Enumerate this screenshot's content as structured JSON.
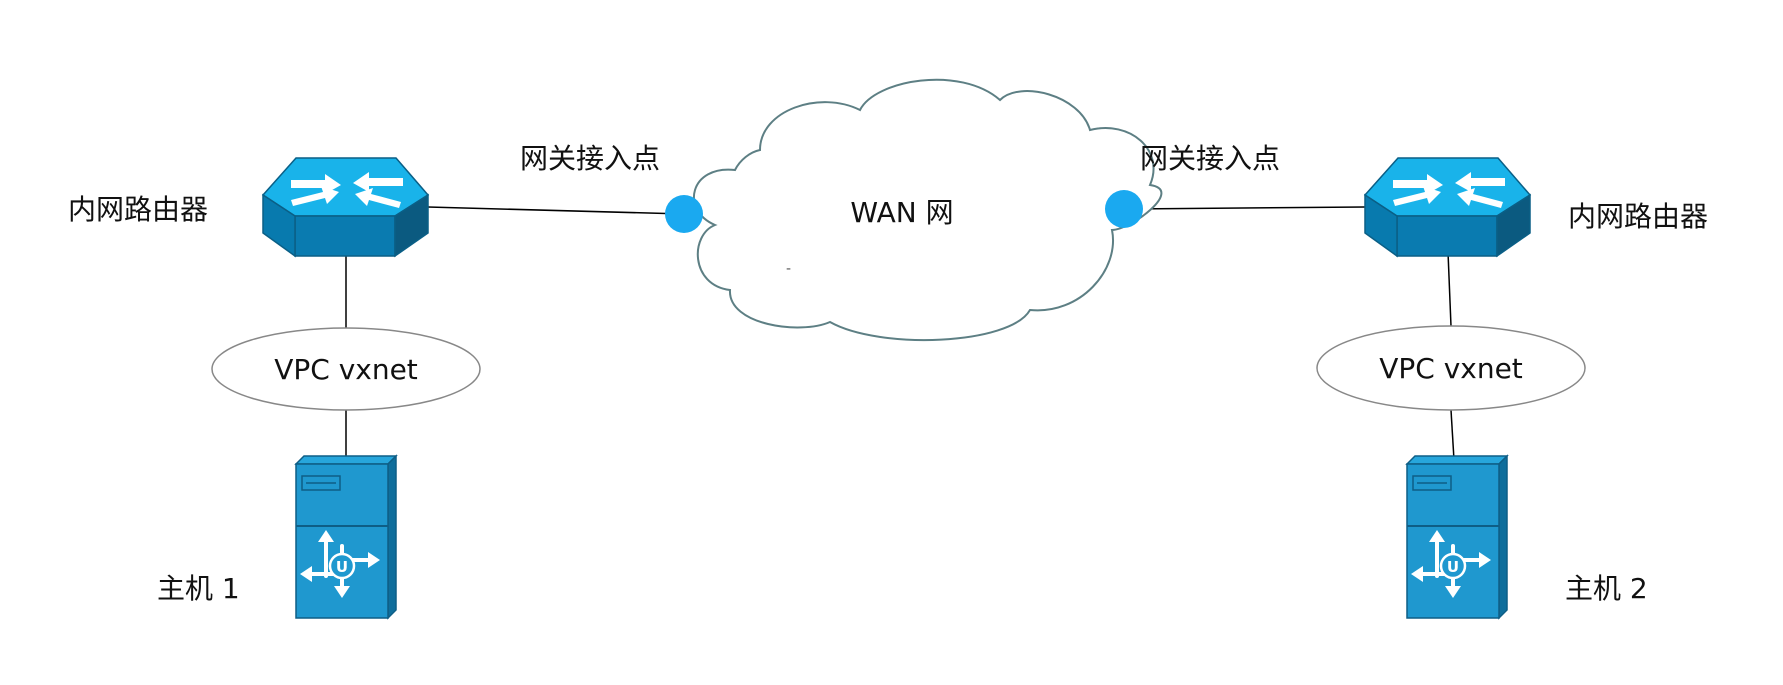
{
  "diagram": {
    "cloud_label": "WAN 网",
    "gateway_left_label": "网关接入点",
    "gateway_right_label": "网关接入点",
    "router_left_label": "内网路由器",
    "router_right_label": "内网路由器",
    "vxnet_left_label": "VPC vxnet",
    "vxnet_right_label": "VPC vxnet",
    "host_left_label": "主机 1",
    "host_right_label": "主机 2",
    "colors": {
      "router_top": "#19b3ea",
      "router_front": "#0a7bb0",
      "router_side": "#0b5a80",
      "gateway_dot": "#1aa9f0",
      "server_front": "#1f98cf",
      "server_side": "#0f6e9c",
      "cloud_stroke": "#5d7f84",
      "ellipse_stroke": "#888888",
      "link": "#000000"
    },
    "icons": [
      "router-icon",
      "server-icon",
      "cloud-shape",
      "gateway-dot"
    ]
  }
}
